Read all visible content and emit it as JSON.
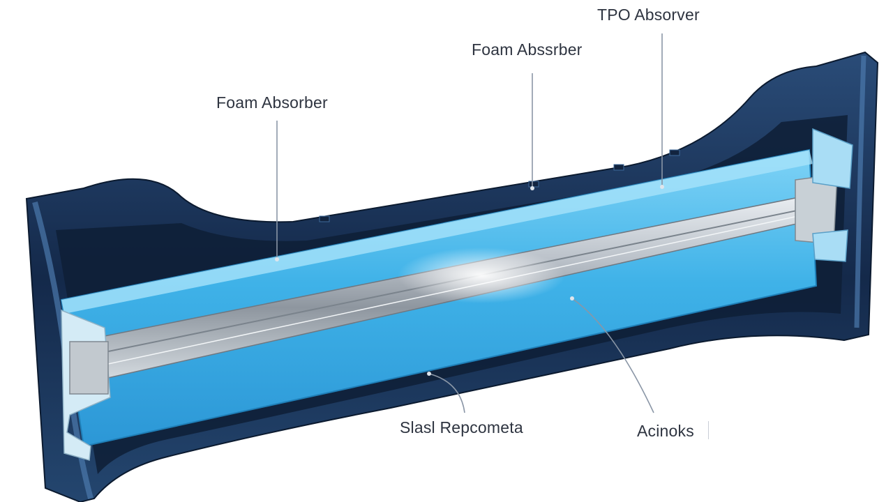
{
  "labels": {
    "tpo_absorber": "TPO Absorver",
    "foam_absorber_mid": "Foam Abssrber",
    "foam_absorber_left": "Foam Absorber",
    "steel_reinforcement": "Slasl Repcometa",
    "anchors": "Acinoks"
  },
  "colors": {
    "shell_outer": "#1d3556",
    "shell_edge": "#2f5a8a",
    "shell_inner": "#0e1f36",
    "foam": "#3fb2e8",
    "foam_light": "#7fd3f6",
    "beam": "#b9c0c8",
    "beam_highlight": "#eef2f5",
    "label_text": "#2e3440"
  }
}
